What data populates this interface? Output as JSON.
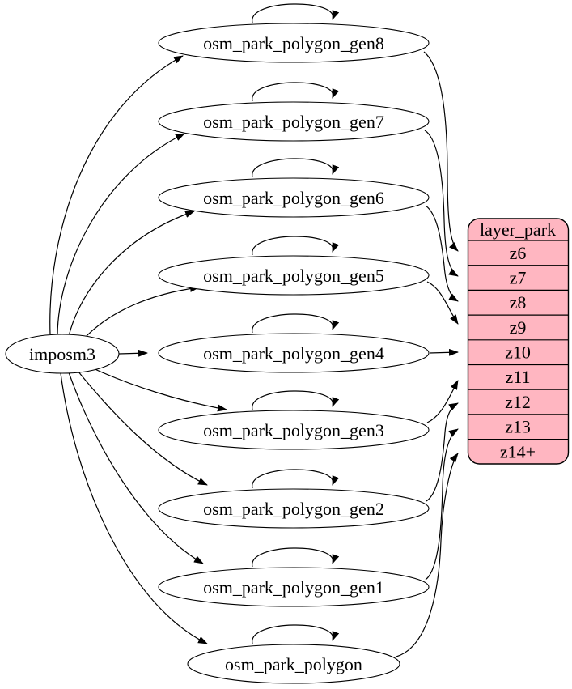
{
  "diagram": {
    "kind": "etl-graph",
    "source": {
      "label": "imposm3"
    },
    "tables": [
      {
        "label": "osm_park_polygon_gen8"
      },
      {
        "label": "osm_park_polygon_gen7"
      },
      {
        "label": "osm_park_polygon_gen6"
      },
      {
        "label": "osm_park_polygon_gen5"
      },
      {
        "label": "osm_park_polygon_gen4"
      },
      {
        "label": "osm_park_polygon_gen3"
      },
      {
        "label": "osm_park_polygon_gen2"
      },
      {
        "label": "osm_park_polygon_gen1"
      },
      {
        "label": "osm_park_polygon"
      }
    ],
    "layer": {
      "title": "layer_park",
      "zoom_rows": [
        "z6",
        "z7",
        "z8",
        "z9",
        "z10",
        "z11",
        "z12",
        "z13",
        "z14+"
      ]
    },
    "edges": {
      "from_source": [
        "osm_park_polygon_gen8",
        "osm_park_polygon_gen7",
        "osm_park_polygon_gen6",
        "osm_park_polygon_gen5",
        "osm_park_polygon_gen4",
        "osm_park_polygon_gen3",
        "osm_park_polygon_gen2",
        "osm_park_polygon_gen1",
        "osm_park_polygon"
      ],
      "self_loops": [
        "osm_park_polygon_gen8",
        "osm_park_polygon_gen7",
        "osm_park_polygon_gen6",
        "osm_park_polygon_gen5",
        "osm_park_polygon_gen4",
        "osm_park_polygon_gen3",
        "osm_park_polygon_gen2",
        "osm_park_polygon_gen1",
        "osm_park_polygon"
      ],
      "to_layer": [
        {
          "from": "osm_park_polygon_gen8",
          "to": "z6"
        },
        {
          "from": "osm_park_polygon_gen7",
          "to": "z7"
        },
        {
          "from": "osm_park_polygon_gen6",
          "to": "z8"
        },
        {
          "from": "osm_park_polygon_gen5",
          "to": "z9"
        },
        {
          "from": "osm_park_polygon_gen4",
          "to": "z10"
        },
        {
          "from": "osm_park_polygon_gen3",
          "to": "z11"
        },
        {
          "from": "osm_park_polygon_gen2",
          "to": "z12"
        },
        {
          "from": "osm_park_polygon_gen1",
          "to": "z13"
        },
        {
          "from": "osm_park_polygon",
          "to": "z14+"
        }
      ]
    },
    "colors": {
      "layer_fill": "#ffb6c1",
      "node_fill": "#ffffff",
      "stroke": "#000000",
      "text": "#000000"
    }
  }
}
